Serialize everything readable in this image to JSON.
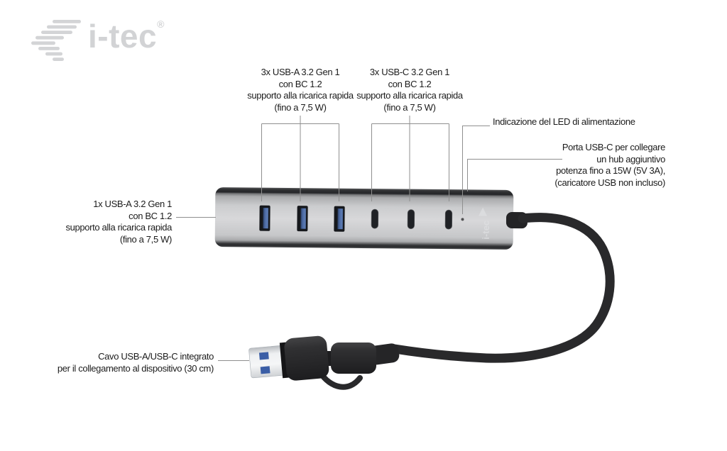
{
  "brand": {
    "name": "i-tec",
    "registered_mark": "®",
    "logo_color": "#d2d3d5"
  },
  "figure": {
    "device": "USB hub",
    "engraved_logo": "i-tec",
    "usb_a_front_ports": 3,
    "usb_c_front_ports": 3,
    "colors": {
      "hub_face": "#cfd0d2",
      "hub_edge": "#2c2d2f",
      "usb_a_tongue": "#4b69a2",
      "cable_black": "#29292b",
      "callout_line": "#8f8f8f",
      "text": "#1b1b1b"
    }
  },
  "annotations": {
    "usb_a_group": {
      "lines": [
        "3x USB-A 3.2 Gen 1",
        "con BC 1.2",
        "supporto alla ricarica rapida",
        "(fino a 7,5 W)"
      ]
    },
    "usb_c_group": {
      "lines": [
        "3x USB-C 3.2 Gen 1",
        "con BC 1.2",
        "supporto alla ricarica rapida",
        "(fino a 7,5 W)"
      ]
    },
    "led": {
      "lines": [
        "Indicazione del LED di alimentazione"
      ]
    },
    "usb_c_charge_port": {
      "lines": [
        "Porta USB-C per collegare",
        "un hub aggiuntivo",
        "potenza fino a 15W (5V 3A),",
        "(caricatore USB non incluso)"
      ]
    },
    "usb_a_single": {
      "lines": [
        "1x USB-A 3.2 Gen 1",
        "con BC 1.2",
        "supporto alla ricarica rapida",
        "(fino a 7,5 W)"
      ]
    },
    "cable": {
      "lines": [
        "Cavo USB-A/USB-C integrato",
        "per il collegamento al dispositivo (30 cm)"
      ]
    }
  }
}
